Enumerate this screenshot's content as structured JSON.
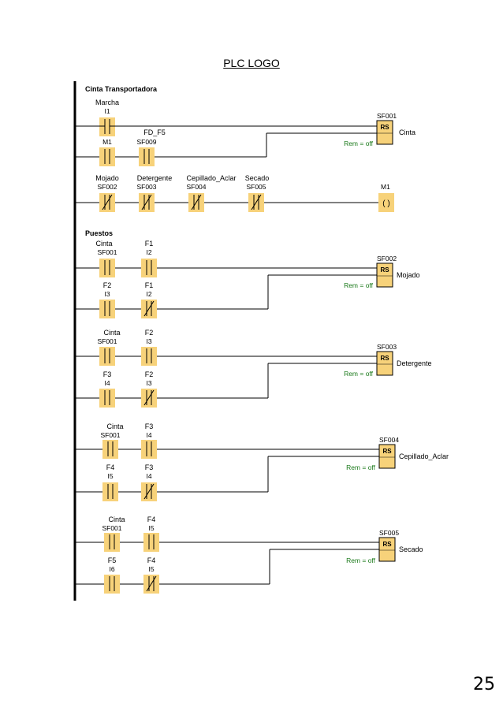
{
  "page": {
    "title": "PLC  LOGO",
    "number": "25"
  },
  "colors": {
    "contact_fill": "#f7d27a",
    "line": "#000000",
    "rem": "#1b7a1b"
  },
  "sections": {
    "cinta": "Cinta Transportadora",
    "puestos": "Puestos"
  },
  "rung1": {
    "c1": {
      "name": "Marcha",
      "addr": "I1",
      "type": "NO"
    },
    "c2": {
      "name": "",
      "addr": "M1",
      "type": "NO"
    },
    "c3": {
      "name": "FD_F5",
      "addr": "SF009",
      "type": "NO"
    },
    "block": {
      "addr": "SF001",
      "label": "RS",
      "name": "Cinta",
      "rem": "Rem = off"
    }
  },
  "rung2": {
    "c1": {
      "name": "Mojado",
      "addr": "SF002",
      "type": "NC"
    },
    "c2": {
      "name": "Detergente",
      "addr": "SF003",
      "type": "NC"
    },
    "c3": {
      "name": "Cepillado_Aclar",
      "addr": "SF004",
      "type": "NC"
    },
    "c4": {
      "name": "Secado",
      "addr": "SF005",
      "type": "NC"
    },
    "coil": {
      "addr": "M1",
      "symbol": "( )"
    }
  },
  "puestos": [
    {
      "s1": {
        "name": "Cinta",
        "addr": "SF001"
      },
      "s2": {
        "name": "F1",
        "addr": "I2"
      },
      "r1": {
        "name": "F2",
        "addr": "I3"
      },
      "r2": {
        "name": "F1",
        "addr": "I2"
      },
      "block": {
        "addr": "SF002",
        "label": "RS",
        "name": "Mojado",
        "rem": "Rem = off"
      }
    },
    {
      "s1": {
        "name": "Cinta",
        "addr": "SF001"
      },
      "s2": {
        "name": "F2",
        "addr": "I3"
      },
      "r1": {
        "name": "F3",
        "addr": "I4"
      },
      "r2": {
        "name": "F2",
        "addr": "I3"
      },
      "block": {
        "addr": "SF003",
        "label": "RS",
        "name": "Detergente",
        "rem": "Rem = off"
      }
    },
    {
      "s1": {
        "name": "Cinta",
        "addr": "SF001"
      },
      "s2": {
        "name": "F3",
        "addr": "I4"
      },
      "r1": {
        "name": "F4",
        "addr": "I5"
      },
      "r2": {
        "name": "F3",
        "addr": "I4"
      },
      "block": {
        "addr": "SF004",
        "label": "RS",
        "name": "Cepillado_Aclar",
        "rem": "Rem = off"
      }
    },
    {
      "s1": {
        "name": "Cinta",
        "addr": "SF001"
      },
      "s2": {
        "name": "F4",
        "addr": "I5"
      },
      "r1": {
        "name": "F5",
        "addr": "I6"
      },
      "r2": {
        "name": "F4",
        "addr": "I5"
      },
      "block": {
        "addr": "SF005",
        "label": "RS",
        "name": "Secado",
        "rem": "Rem = off"
      }
    }
  ]
}
